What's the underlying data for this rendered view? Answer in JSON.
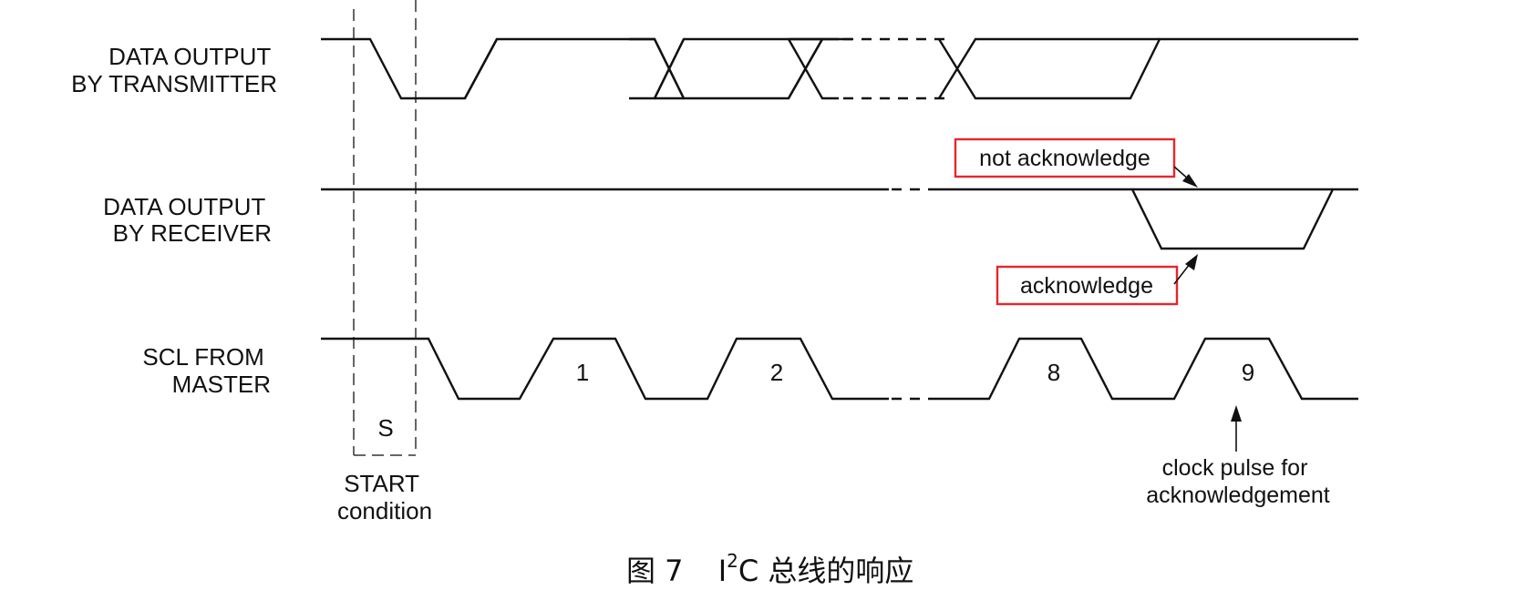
{
  "signals": {
    "transmitter": [
      "DATA OUTPUT",
      "BY TRANSMITTER"
    ],
    "receiver": [
      "DATA OUTPUT",
      "BY RECEIVER"
    ],
    "scl": [
      "SCL FROM",
      "MASTER"
    ]
  },
  "clock_pulses": [
    "1",
    "2",
    "8",
    "9"
  ],
  "start": {
    "symbol": "S",
    "label": [
      "START",
      "condition"
    ]
  },
  "annotations": {
    "not_ack": "not acknowledge",
    "ack": "acknowledge",
    "ack_clock": [
      "clock pulse for",
      "acknowledgement"
    ]
  },
  "caption": {
    "prefix": "图 7",
    "i": "I",
    "sup": "2",
    "rest": "C 总线的响应"
  },
  "colors": {
    "line": "#111111",
    "highlight": "#e8252a"
  }
}
